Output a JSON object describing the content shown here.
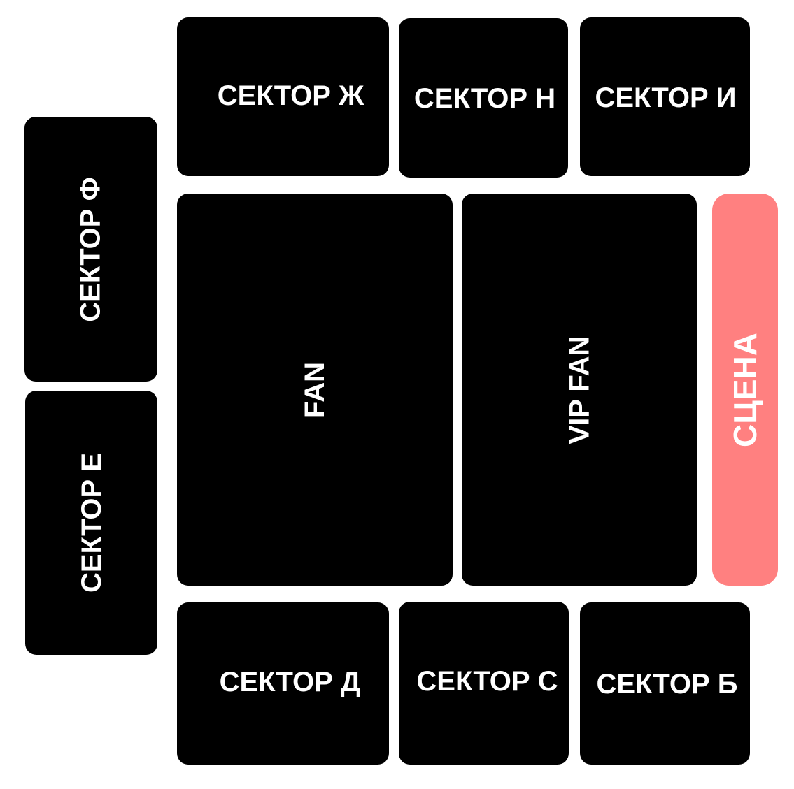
{
  "colors": {
    "sector_bg": "#000000",
    "sector_text": "#ffffff",
    "stage_bg": "#ff8080"
  },
  "sectors": {
    "zh": "СЕКТОР Ж",
    "n": "СЕКТОР Н",
    "i": "СЕКТОР И",
    "f": "СЕКТОР Ф",
    "e": "СЕКТОР Е",
    "fan": "FAN",
    "vip_fan": "VIP FAN",
    "d": "СЕКТОР Д",
    "s": "СЕКТОР С",
    "b": "СЕКТОР Б"
  },
  "stage": {
    "label": "СЦЕНА"
  }
}
